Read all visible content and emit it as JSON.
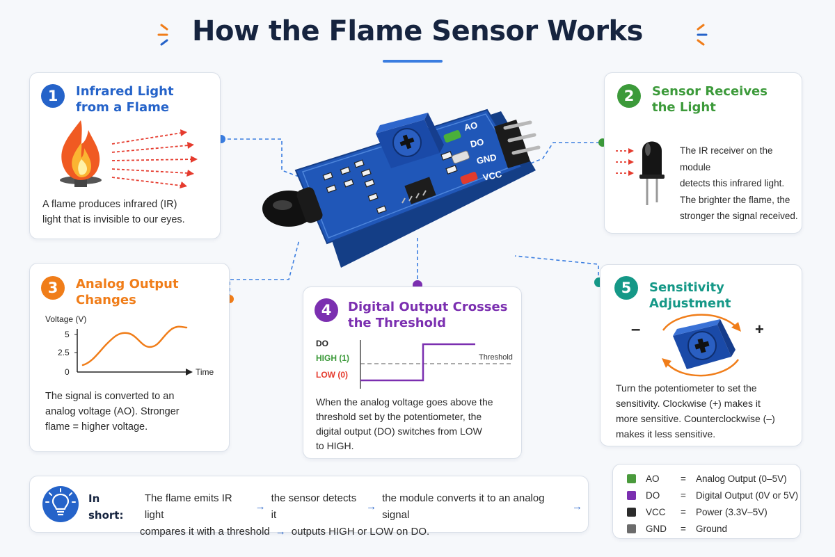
{
  "title": "How the Flame Sensor Works",
  "colors": {
    "blue": "#2563c9",
    "green": "#3c9a3a",
    "orange": "#f07d19",
    "purple": "#7b2fb0",
    "teal": "#159887",
    "navy": "#16243f"
  },
  "module": {
    "pins": [
      "AO",
      "DO",
      "GND",
      "VCC"
    ]
  },
  "steps": [
    {
      "number": "1",
      "title_lines": [
        "Infrared Light",
        "from a Flame"
      ],
      "body_lines": [
        "A flame produces infrared (IR)",
        "light that is invisible to our eyes."
      ]
    },
    {
      "number": "2",
      "title_lines": [
        "Sensor Receives",
        "the Light"
      ],
      "body_lines": [
        "The IR receiver on the module",
        "detects this infrared light.",
        "The brighter the flame, the",
        "stronger the signal received."
      ]
    },
    {
      "number": "3",
      "title_lines": [
        "Analog Output",
        "Changes"
      ],
      "body_lines": [
        "The signal is converted to an",
        "analog voltage (AO). Stronger",
        "flame = higher voltage."
      ],
      "chart": {
        "ylabel": "Voltage (V)",
        "xlabel": "Time",
        "yticks": [
          "5",
          "2.5",
          "0"
        ]
      }
    },
    {
      "number": "4",
      "title_lines": [
        "Digital Output Crosses",
        "the Threshold"
      ],
      "body_lines": [
        "When the analog voltage goes above the",
        "threshold set by the potentiometer, the",
        "digital output (DO) switches from LOW",
        "to HIGH."
      ],
      "chart": {
        "pin_label": "DO",
        "high_label": "HIGH (1)",
        "low_label": "LOW (0)",
        "threshold_label": "Threshold"
      }
    },
    {
      "number": "5",
      "title_lines": [
        "Sensitivity Adjustment"
      ],
      "minus": "–",
      "plus": "+",
      "body_lines": [
        "Turn the potentiometer to set the",
        "sensitivity. Clockwise (+) makes it",
        "more sensitive. Counterclockwise (–)",
        "makes it less sensitive."
      ]
    }
  ],
  "summary": {
    "label": "In short:",
    "line1": [
      "The flame emits IR light",
      "the sensor detects it",
      "the module converts it to an analog signal"
    ],
    "line2": [
      "compares it with a threshold",
      "outputs HIGH or LOW on DO."
    ],
    "arrow": "→"
  },
  "legend": [
    {
      "code": "AO",
      "eq": "=",
      "desc": "Analog Output (0–5V)",
      "color": "#4a9a3c"
    },
    {
      "code": "DO",
      "eq": "=",
      "desc": "Digital Output (0V or 5V)",
      "color": "#7b2fb0"
    },
    {
      "code": "VCC",
      "eq": "=",
      "desc": "Power (3.3V–5V)",
      "color": "#2b2b2b"
    },
    {
      "code": "GND",
      "eq": "=",
      "desc": "Ground",
      "color": "#6b6b6b"
    }
  ]
}
